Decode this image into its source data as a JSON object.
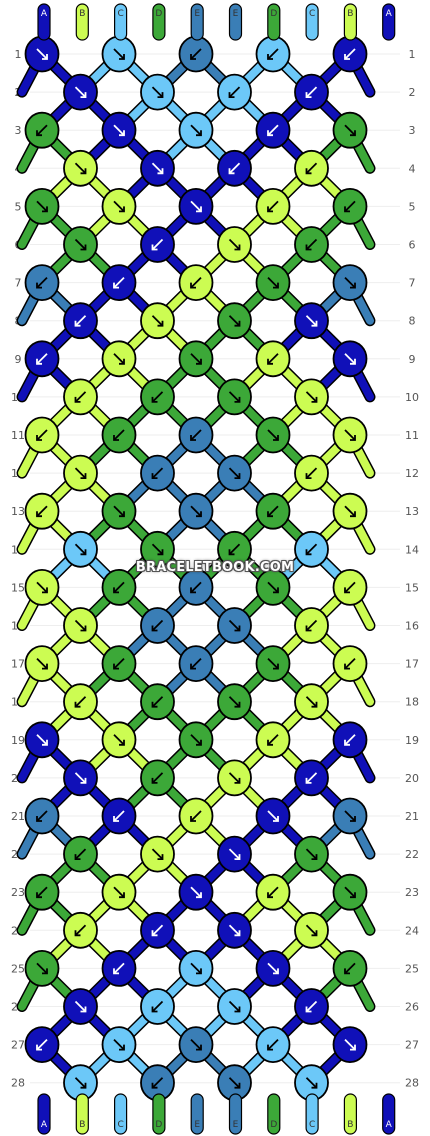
{
  "watermark": "BRACELETBOOK.COM",
  "colors": {
    "A": "#1010b8",
    "B": "#ccfc52",
    "C": "#6cc8f8",
    "D": "#3ca838",
    "E": "#3a7eb6"
  },
  "strings": [
    "A",
    "B",
    "C",
    "D",
    "E",
    "E",
    "D",
    "C",
    "B",
    "A"
  ],
  "row_labels": [
    "1",
    "2",
    "3",
    "4",
    "5",
    "6",
    "7",
    "8",
    "9",
    "10",
    "11",
    "12",
    "13",
    "14",
    "15",
    "16",
    "17",
    "18",
    "19",
    "20",
    "21",
    "22",
    "23",
    "24",
    "25",
    "26",
    "27",
    "28"
  ],
  "knot_rows": [
    [
      "A:se",
      "C:se",
      "E:sw",
      "C:sw",
      "A:sw"
    ],
    [
      "A:se",
      "C:se",
      "C:sw",
      "A:sw"
    ],
    [
      "D:sw",
      "A:se",
      "C:se",
      "A:sw",
      "D:se"
    ],
    [
      "B:se",
      "A:se",
      "A:sw",
      "B:sw"
    ],
    [
      "D:se",
      "B:se",
      "A:se",
      "B:sw",
      "D:sw"
    ],
    [
      "D:se",
      "A:sw",
      "B:se",
      "D:sw"
    ],
    [
      "E:sw",
      "A:sw",
      "B:sw",
      "D:se",
      "E:se"
    ],
    [
      "A:sw",
      "B:se",
      "D:se",
      "A:se"
    ],
    [
      "A:sw",
      "B:se",
      "D:se",
      "B:sw",
      "A:se"
    ],
    [
      "B:sw",
      "D:sw",
      "D:se",
      "B:se"
    ],
    [
      "B:sw",
      "D:sw",
      "E:sw",
      "D:se",
      "B:se"
    ],
    [
      "B:se",
      "E:sw",
      "E:se",
      "B:sw"
    ],
    [
      "B:sw",
      "D:se",
      "E:se",
      "D:sw",
      "B:se"
    ],
    [
      "C:se",
      "D:se",
      "D:sw",
      "C:sw"
    ],
    [
      "B:se",
      "D:sw",
      "E:sw",
      "D:se",
      "B:sw"
    ],
    [
      "B:se",
      "E:sw",
      "E:se",
      "B:sw"
    ],
    [
      "B:se",
      "D:sw",
      "E:sw",
      "D:se",
      "B:sw"
    ],
    [
      "B:sw",
      "D:sw",
      "D:se",
      "B:se"
    ],
    [
      "A:se",
      "B:se",
      "D:se",
      "B:sw",
      "A:sw"
    ],
    [
      "A:se",
      "D:sw",
      "B:se",
      "A:sw"
    ],
    [
      "E:sw",
      "A:sw",
      "B:sw",
      "A:se",
      "E:se"
    ],
    [
      "D:sw",
      "B:se",
      "A:se",
      "D:se"
    ],
    [
      "D:sw",
      "B:se",
      "A:se",
      "B:sw",
      "D:se"
    ],
    [
      "B:sw",
      "A:sw",
      "A:se",
      "B:se"
    ],
    [
      "D:se",
      "A:sw",
      "C:se",
      "A:se",
      "D:sw"
    ],
    [
      "A:se",
      "C:sw",
      "C:se",
      "A:sw"
    ],
    [
      "A:sw",
      "C:se",
      "E:se",
      "C:sw",
      "A:se"
    ],
    [
      "C:se",
      "E:sw",
      "E:se",
      "C:se"
    ]
  ]
}
